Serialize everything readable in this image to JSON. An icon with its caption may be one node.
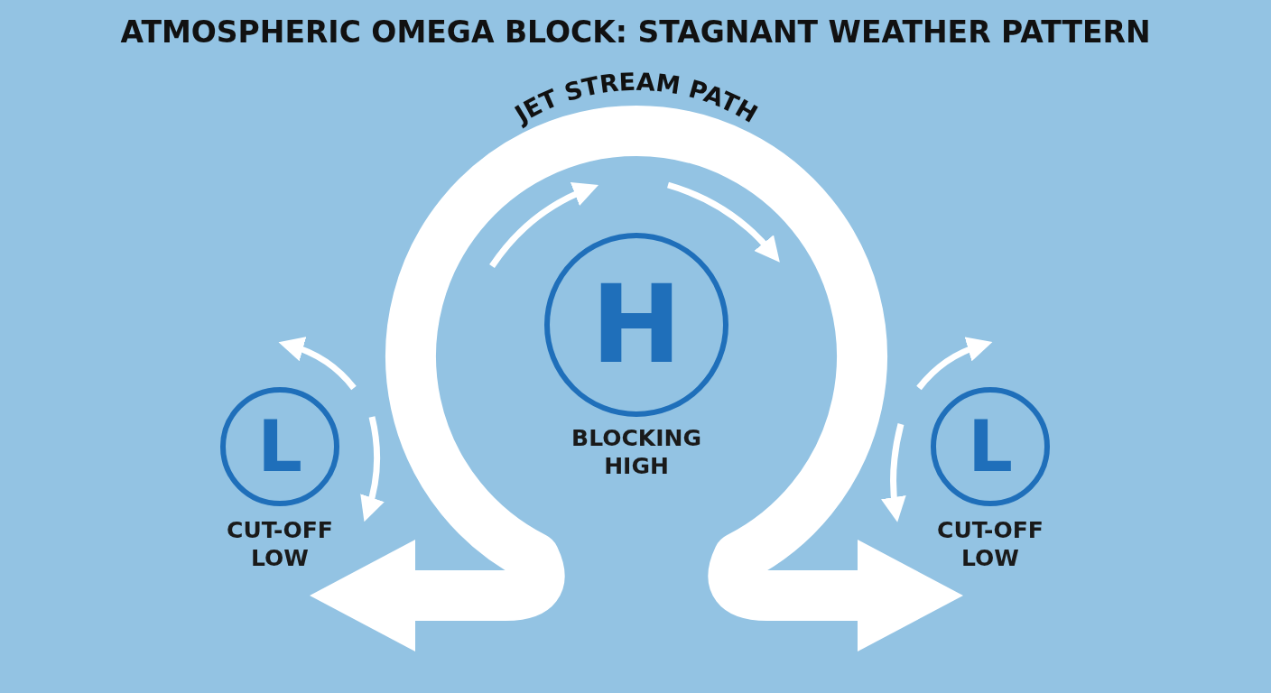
{
  "diagram": {
    "title": "ATMOSPHERIC OMEGA BLOCK: STAGNANT WEATHER PATTERN",
    "nodes": [
      {
        "text": [
          "L"
        ],
        "beside": [
          "CUT-OFF LOW"
        ]
      },
      {
        "text": [
          "H"
        ],
        "beside": [
          "BLOCKING HIGH"
        ]
      },
      {
        "text": [
          "L"
        ],
        "beside": [
          "CUT-OFF LOW"
        ]
      }
    ],
    "labels": [
      "JET STREAM PATH"
    ]
  }
}
